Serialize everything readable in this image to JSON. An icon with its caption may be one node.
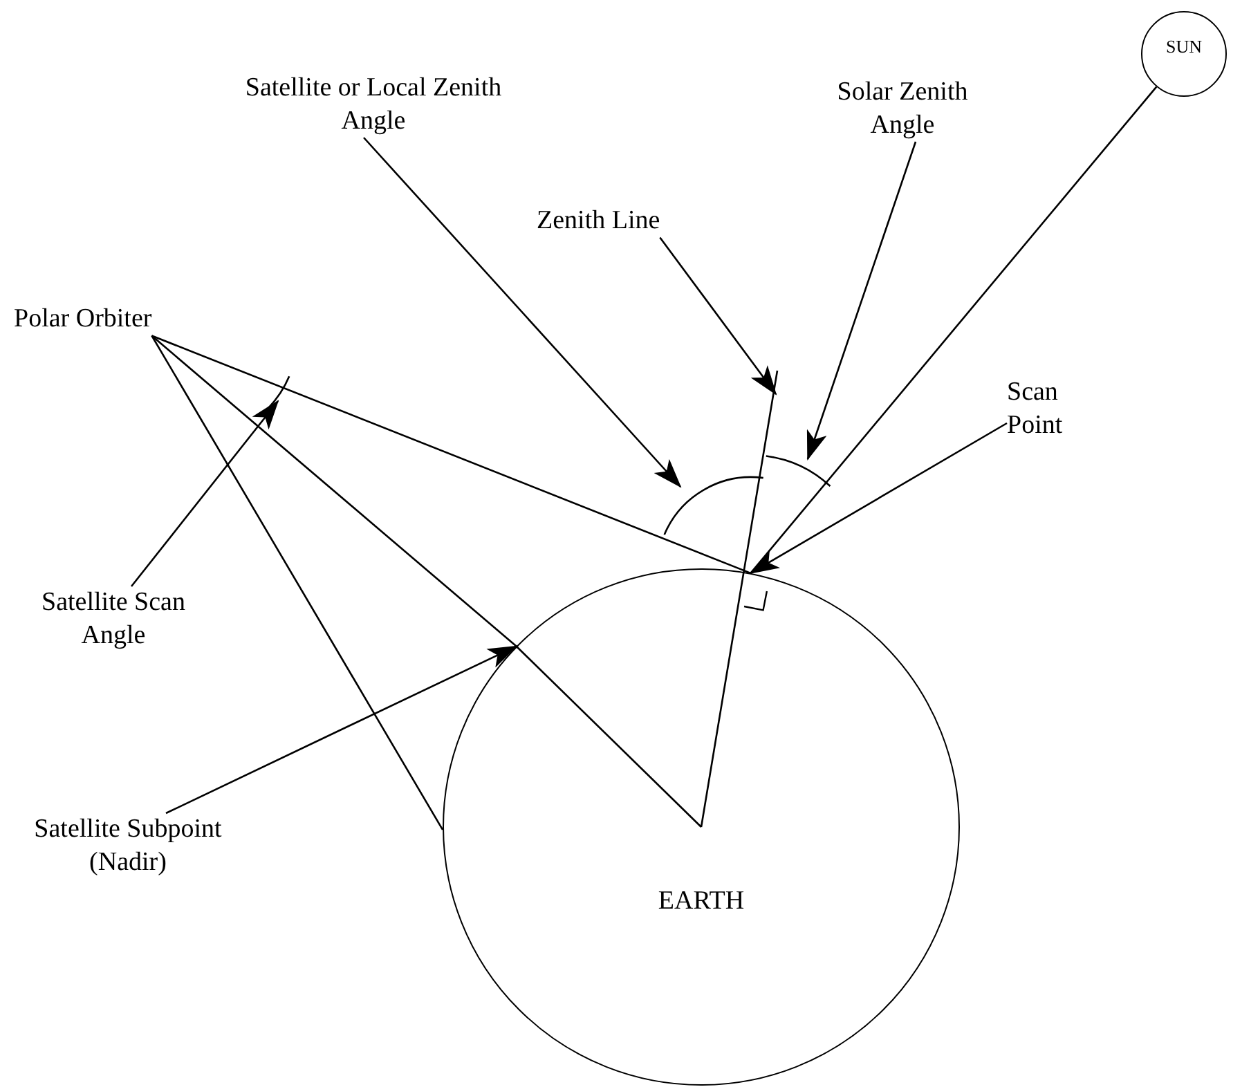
{
  "diagram": {
    "nodes": [
      {
        "text": [
          "SUN"
        ]
      },
      {
        "text": [
          "Polar Orbiter"
        ]
      },
      {
        "text": [
          "Satellite or Local Zenith Angle"
        ]
      },
      {
        "text": [
          "Zenith Line"
        ]
      },
      {
        "text": [
          "Solar Zenith Angle"
        ]
      },
      {
        "text": [
          "Scan Point"
        ]
      },
      {
        "text": [
          "Satellite Scan Angle"
        ]
      },
      {
        "text": [
          "Satellite Subpoint (Nadir)"
        ]
      },
      {
        "text": [
          "EARTH"
        ]
      }
    ],
    "edges": [
      {
        "from": 0,
        "to": 8,
        "arrow": "none"
      },
      {
        "from": 1,
        "to": 8,
        "arrow": "none"
      },
      {
        "from": 1,
        "to": 8,
        "arrow": "none"
      },
      {
        "from": 1,
        "to": 8,
        "arrow": "none"
      },
      {
        "from": 2,
        "to": null,
        "arrow": "to"
      },
      {
        "from": 3,
        "to": null,
        "arrow": "to"
      },
      {
        "from": 4,
        "to": null,
        "arrow": "to"
      },
      {
        "from": 5,
        "to": 8,
        "arrow": "to"
      },
      {
        "from": 6,
        "to": null,
        "arrow": "to"
      },
      {
        "from": 7,
        "to": 8,
        "arrow": "to"
      }
    ]
  }
}
